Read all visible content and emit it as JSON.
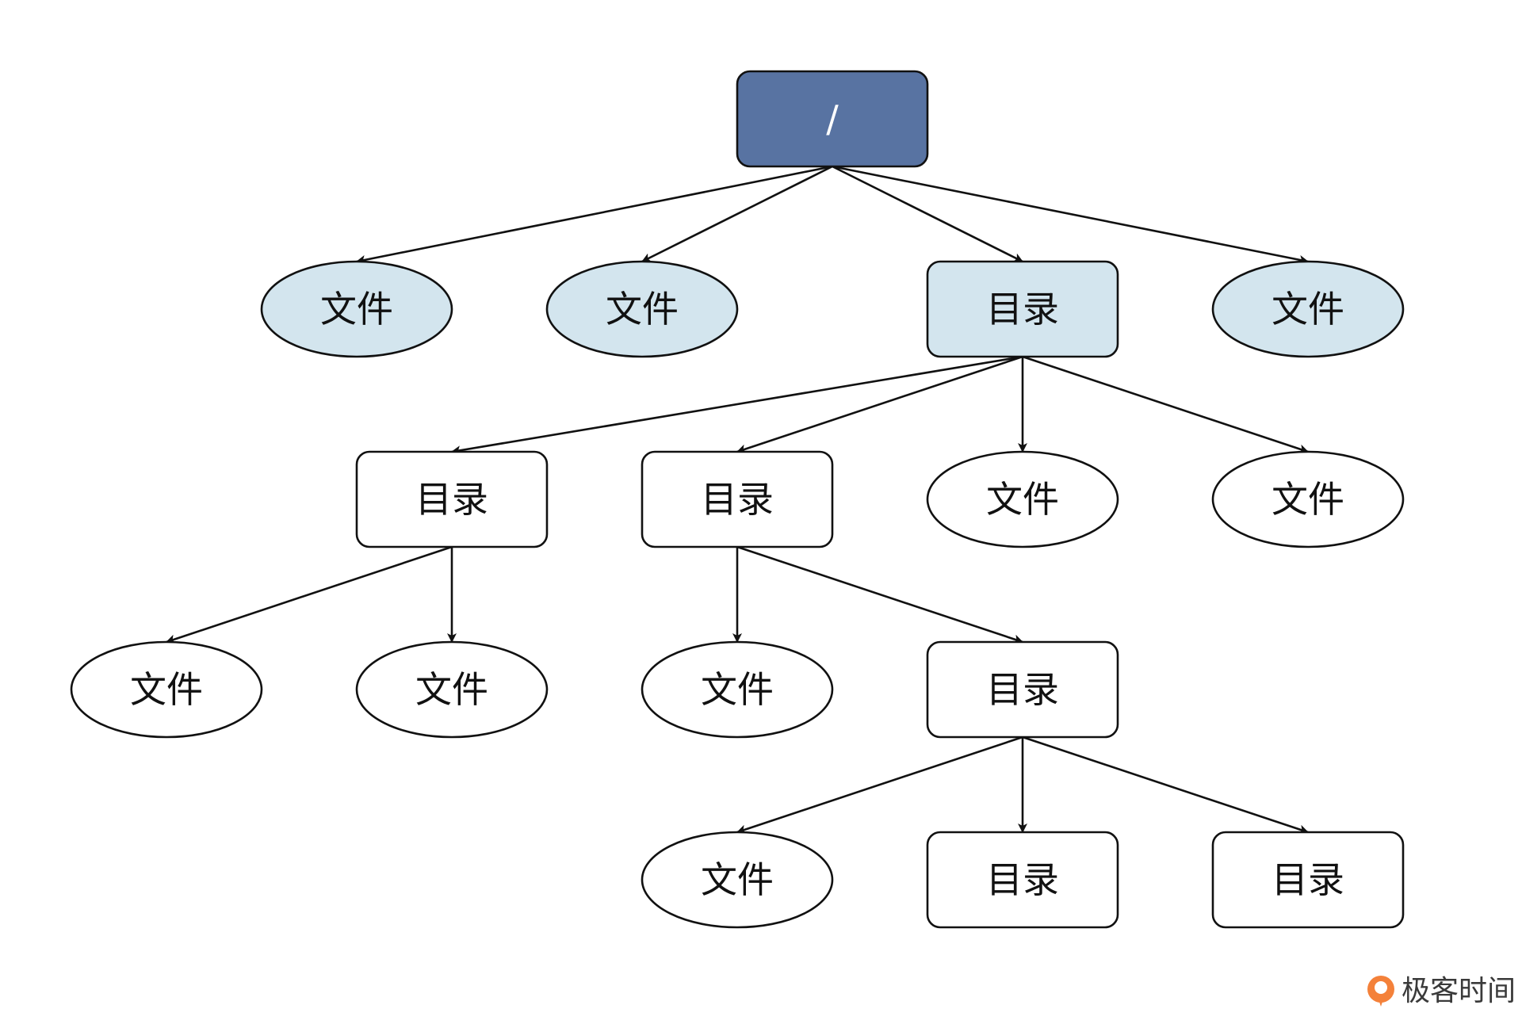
{
  "colors": {
    "root_fill": "#5873a2",
    "highlight_fill": "#d3e5ee",
    "default_fill": "#ffffff",
    "stroke": "#111111",
    "logo_orange": "#f4813a"
  },
  "nodes": {
    "root": {
      "label": "/",
      "kind": "dir",
      "role": "root"
    },
    "l1_file_1": {
      "label": "文件",
      "kind": "file",
      "role": "highlight"
    },
    "l1_file_2": {
      "label": "文件",
      "kind": "file",
      "role": "highlight"
    },
    "l1_dir": {
      "label": "目录",
      "kind": "dir",
      "role": "highlight"
    },
    "l1_file_3": {
      "label": "文件",
      "kind": "file",
      "role": "highlight"
    },
    "l2_dir_1": {
      "label": "目录",
      "kind": "dir",
      "role": "default"
    },
    "l2_dir_2": {
      "label": "目录",
      "kind": "dir",
      "role": "default"
    },
    "l2_file_1": {
      "label": "文件",
      "kind": "file",
      "role": "default"
    },
    "l2_file_2": {
      "label": "文件",
      "kind": "file",
      "role": "default"
    },
    "l3_file_1": {
      "label": "文件",
      "kind": "file",
      "role": "default"
    },
    "l3_file_2": {
      "label": "文件",
      "kind": "file",
      "role": "default"
    },
    "l3_file_3": {
      "label": "文件",
      "kind": "file",
      "role": "default"
    },
    "l3_dir": {
      "label": "目录",
      "kind": "dir",
      "role": "default"
    },
    "l4_file": {
      "label": "文件",
      "kind": "file",
      "role": "default"
    },
    "l4_dir_1": {
      "label": "目录",
      "kind": "dir",
      "role": "default"
    },
    "l4_dir_2": {
      "label": "目录",
      "kind": "dir",
      "role": "default"
    }
  },
  "edges": [
    [
      "root",
      "l1_file_1"
    ],
    [
      "root",
      "l1_file_2"
    ],
    [
      "root",
      "l1_dir"
    ],
    [
      "root",
      "l1_file_3"
    ],
    [
      "l1_dir",
      "l2_dir_1"
    ],
    [
      "l1_dir",
      "l2_dir_2"
    ],
    [
      "l1_dir",
      "l2_file_1"
    ],
    [
      "l1_dir",
      "l2_file_2"
    ],
    [
      "l2_dir_1",
      "l3_file_1"
    ],
    [
      "l2_dir_1",
      "l3_file_2"
    ],
    [
      "l2_dir_2",
      "l3_file_3"
    ],
    [
      "l2_dir_2",
      "l3_dir"
    ],
    [
      "l3_dir",
      "l4_file"
    ],
    [
      "l3_dir",
      "l4_dir_1"
    ],
    [
      "l3_dir",
      "l4_dir_2"
    ]
  ],
  "logo": {
    "icon": "geektime-logo-icon",
    "text": "极客时间"
  }
}
